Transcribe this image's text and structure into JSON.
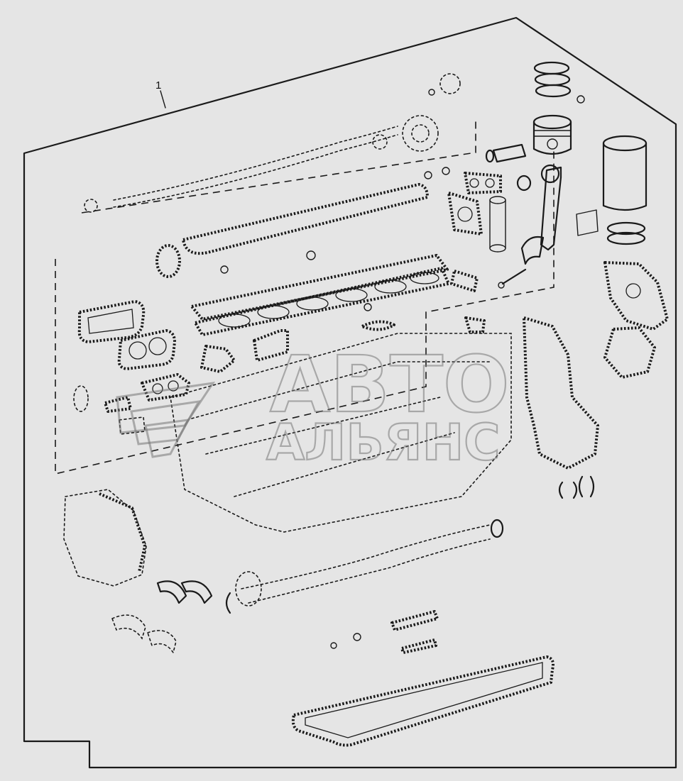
{
  "diagram": {
    "callout_label": "1"
  },
  "watermark": {
    "line1": "АВТО",
    "line2": "АЛЬЯНС"
  }
}
